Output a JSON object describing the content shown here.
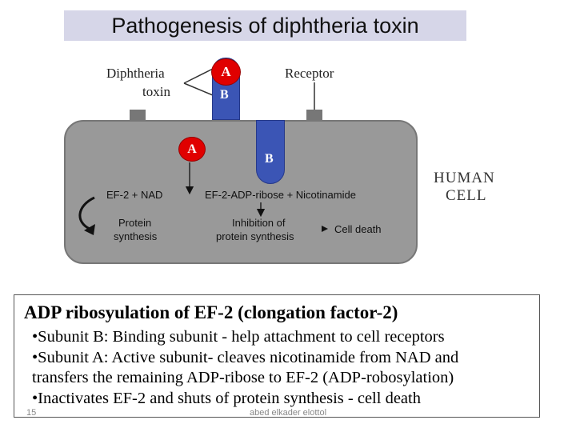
{
  "title": "Pathogenesis of diphtheria toxin",
  "diagram": {
    "toxin_label_line1": "Diphtheria",
    "toxin_label_line2": "toxin",
    "receptor_label": "Receptor",
    "human_cell_line1": "HUMAN",
    "human_cell_line2": "CELL",
    "subunit_a": "A",
    "subunit_b": "B",
    "ef2_nad": "EF-2 + NAD",
    "ef2_adp": "EF-2-ADP-ribose + Nicotinamide",
    "protein_synthesis_line1": "Protein",
    "protein_synthesis_line2": "synthesis",
    "inhibition_line1": "Inhibition of",
    "inhibition_line2": "protein synthesis",
    "cell_death": "Cell death"
  },
  "text": {
    "heading": "ADP ribosyulation of  EF-2 (clongation factor-2)",
    "bullet1": "•Subunit B: Binding subunit - help attachment to cell receptors",
    "bullet2": "•Subunit A: Active subunit- cleaves nicotinamide from NAD and",
    "bullet3": " transfers the remaining ADP-ribose to EF-2  (ADP-robosylation)",
    "bullet4": "•Inactivates EF-2 and shuts of protein synthesis - cell death"
  },
  "footer": {
    "page_number": "15",
    "author": "abed elkader elottol"
  },
  "colors": {
    "subunit_a": "#e00000",
    "subunit_b": "#3b55b5",
    "cell": "#999999",
    "title_bg": "#d6d6e8"
  }
}
